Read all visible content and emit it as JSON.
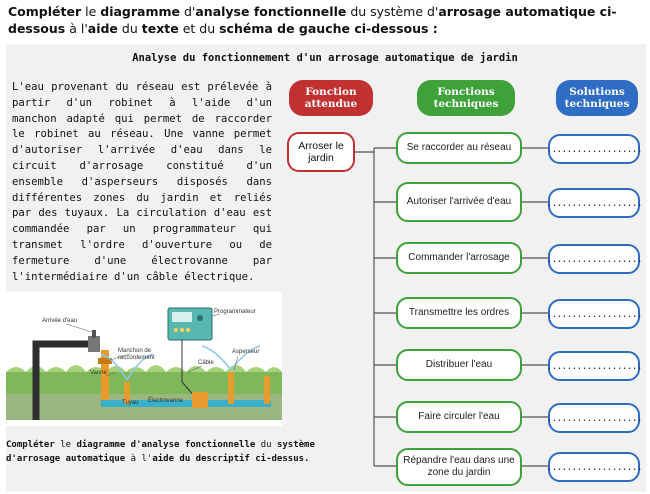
{
  "heading": {
    "t1": "Compléter",
    "t2": " le ",
    "t3": "diagramme",
    "t4": " d'",
    "t5": "analyse fonctionnelle",
    "t6": " du système d'",
    "t7": "arrosage automatique ci-dessous",
    "t8": " à l'",
    "t9": "aide",
    "t10": " du ",
    "t11": "texte",
    "t12": " et du ",
    "t13": "schéma de gauche ci-dessous :"
  },
  "subtitle": "Analyse du fonctionnement d'un arrosage automatique de jardin",
  "description": "L'eau provenant du réseau est prélevée à partir d'un robinet à l'aide d'un manchon adapté qui permet de raccorder le robinet au réseau. Une vanne permet d'autoriser l'arrivée d'eau dans le circuit d'arrosage constitué d'un ensemble d'asperseurs disposés dans différentes zones du jardin et reliés par des tuyaux. La circulation d'eau est commandée par un programmateur qui transmet l'ordre d'ouverture ou de fermeture d'une électrovanne par l'intermédiaire d'un câble électrique.",
  "diagram_headers": {
    "fonction_attendue": "Fonction attendue",
    "fonctions_techniques": "Fonctions techniques",
    "solutions_techniques": "Solutions techniques"
  },
  "fonction_attendue": "Arroser le jardin",
  "fonctions_techniques": [
    "Se raccorder au réseau",
    "Autoriser l'arrivée d'eau",
    "Commander l'arrosage",
    "Transmettre les ordres",
    "Distribuer l'eau",
    "Faire circuler l'eau",
    "Répandre l'eau dans une zone du jardin"
  ],
  "solution_placeholder": "...................",
  "illustration_labels": {
    "arrivee": "Arrivée d'eau",
    "manchon": "Manchon de raccordement",
    "vanne": "Vanne",
    "programmateur": "Programmateur",
    "cable": "Câble",
    "asperseur": "Asperseur",
    "tuyau": "Tuyau",
    "electrovanne": "Électrovanne"
  },
  "footer": {
    "t1": "Compléter",
    "t2": " le ",
    "t3": "diagramme d'analyse fonctionnelle",
    "t4": " du ",
    "t5": "système d'arrosage automatique",
    "t6": " à l'",
    "t7": "aide du descriptif ci-dessus."
  },
  "colors": {
    "red": "#c23131",
    "green": "#3ea13a",
    "blue": "#2f6cc4"
  }
}
